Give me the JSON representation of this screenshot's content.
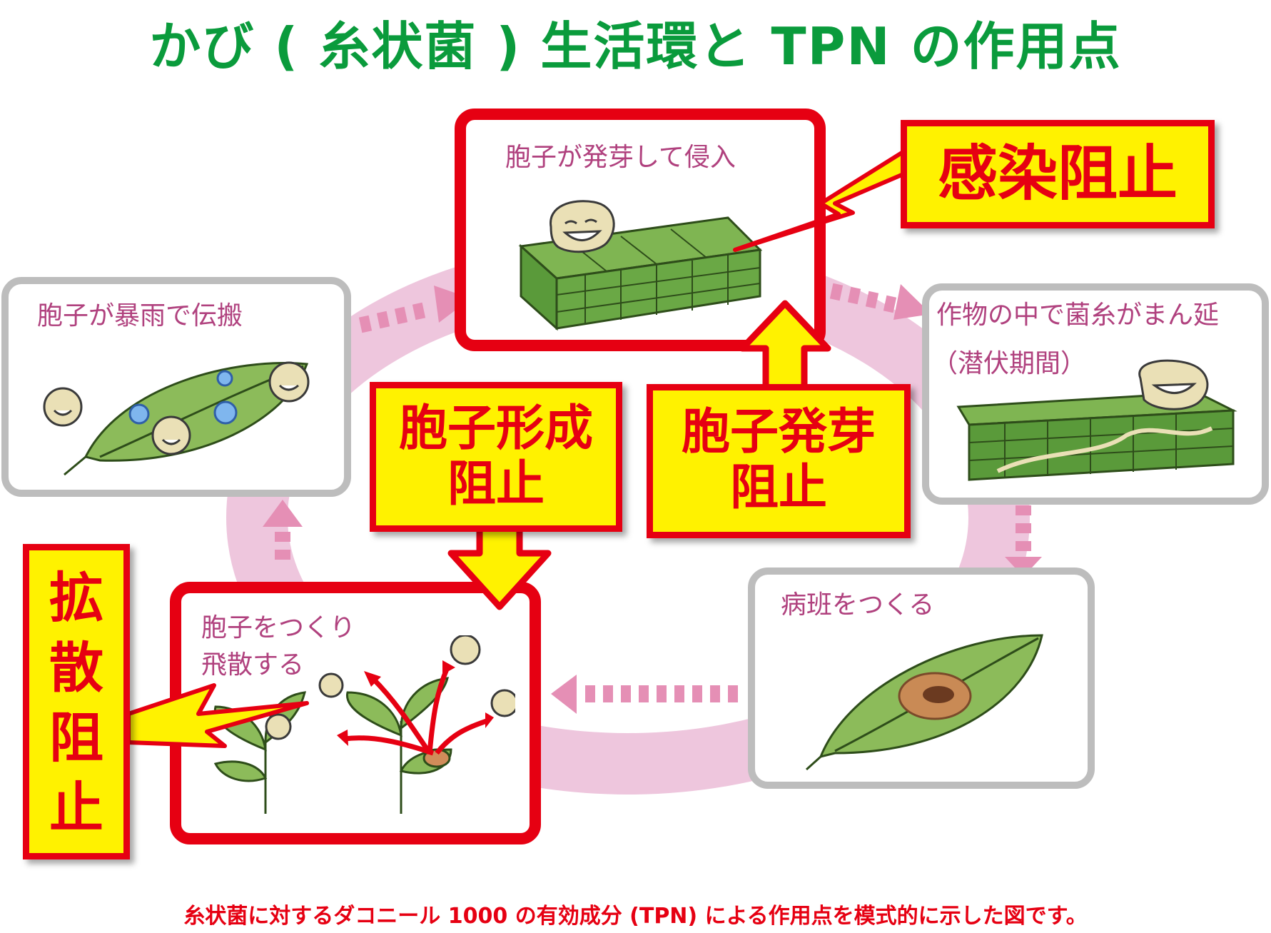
{
  "title": "かび ( 糸状菌 ) 生活環と TPN の作用点",
  "caption": "糸状菌に対するダコニール 1000 の有効成分 (TPN) による作用点を模式的に示した図です。",
  "colors": {
    "title": "#0a9b3c",
    "caption": "#e60012",
    "stage_text": "#b0417e",
    "callout_fill": "#fff200",
    "callout_border": "#e60012",
    "ring": "#eec6dd",
    "ring_arrow": "#e58fb5",
    "leaf": "#8cbb5a",
    "cell": "#5a9a3a",
    "spore": "#eae0b6"
  },
  "stages": {
    "germination": "胞子が発芽して侵入",
    "spread_rain": "胞子が暴雨で伝搬",
    "mycelium_line1": "作物の中で菌糸がまん延",
    "mycelium_line2": "（潜伏期間）",
    "lesion": "病班をつくる",
    "sporulation_line1": "胞子をつくり",
    "sporulation_line2": "飛散する"
  },
  "callouts": {
    "infection": "感染阻止",
    "spore_formation_line1": "胞子形成",
    "spore_formation_line2": "阻止",
    "spore_germination_line1": "胞子発芽",
    "spore_germination_line2": "阻止",
    "dispersal_1": "拡",
    "dispersal_2": "散",
    "dispersal_3": "阻",
    "dispersal_4": "止"
  },
  "icons": [
    "spore-face-icon",
    "leaf-icon",
    "plant-cell-block-icon",
    "water-drop-icon",
    "lightning-bolt-icon",
    "block-arrow-icon",
    "dotted-arrow-icon"
  ]
}
